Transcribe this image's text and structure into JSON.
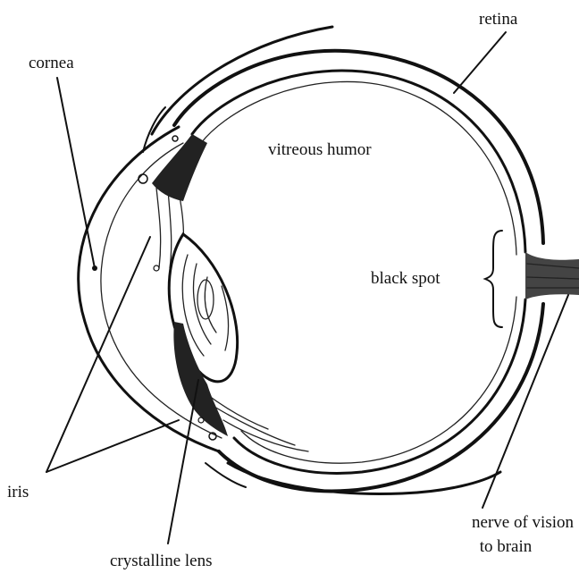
{
  "labels": {
    "cornea": "cornea",
    "retina": "retina",
    "vitreous_humor": "vitreous humor",
    "black_spot": "black spot",
    "iris": "iris",
    "crystalline_lens": "crystalline lens",
    "nerve_line1": "nerve of vision",
    "nerve_line2": "to brain"
  },
  "colors": {
    "ink": "#111111",
    "background": "#ffffff"
  }
}
